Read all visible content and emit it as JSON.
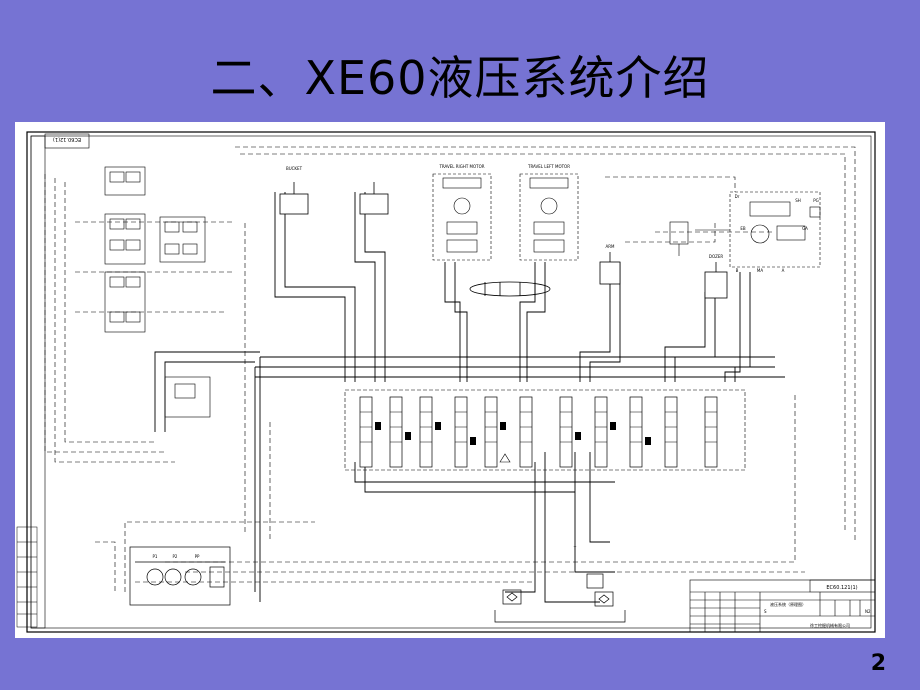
{
  "slide": {
    "title": "二、XE60液压系统介绍",
    "page_number": "2"
  },
  "drawing": {
    "code_rotated": "EC60.12(1)",
    "code_block": "EC60.121(1)",
    "system_name": "液压系统（原理图）",
    "company": "徐工挖掘机械有限公司",
    "labels": {
      "bucket_top": "BUCKET",
      "travel_right": "TRAVEL RIGHT MOTOR",
      "travel_left": "TRAVEL LEFT MOTOR",
      "arm": "ARM",
      "dozer": "DOZER",
      "sh": "SH",
      "pg": "PG",
      "ga": "GA",
      "ma": "MA",
      "port_a": "A",
      "port_b": "B",
      "port_p1": "P1",
      "port_p2": "P2",
      "port_t": "T",
      "port_pp": "PP",
      "port_dr": "Dr",
      "port_eb": "EB",
      "tb_s": "S",
      "tb_n2": "N2"
    }
  }
}
